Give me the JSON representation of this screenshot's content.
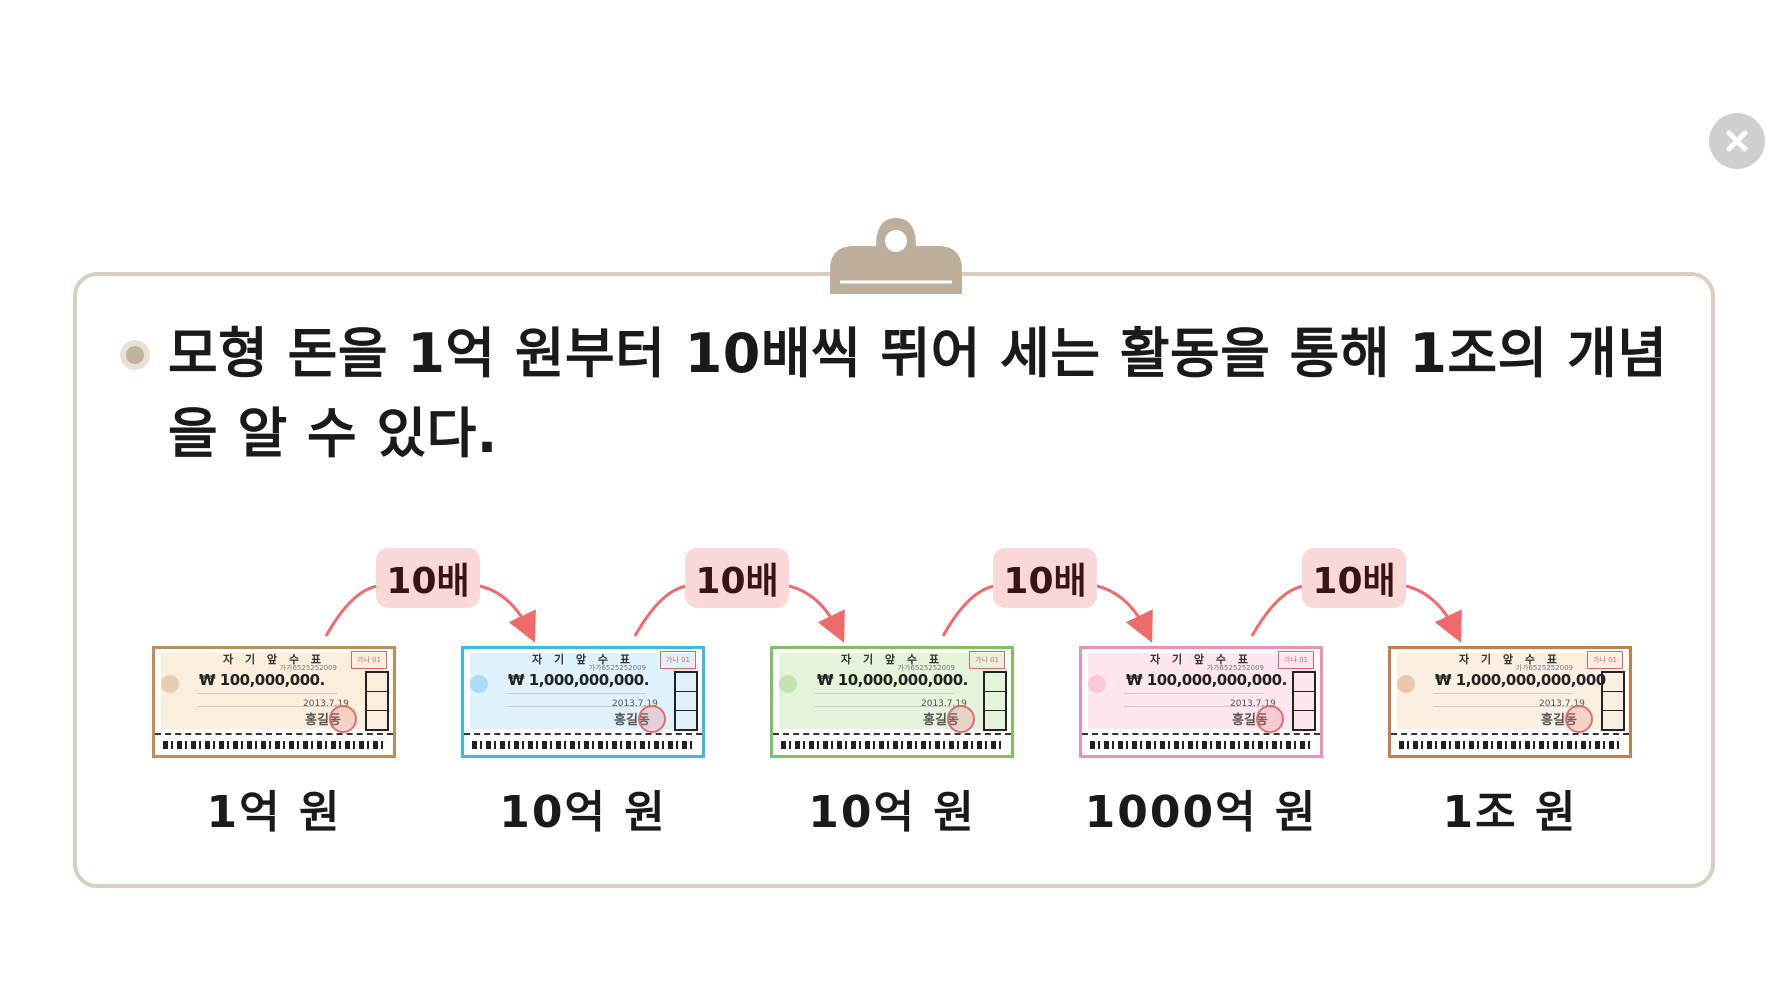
{
  "objective": {
    "text": "모형 돈을 1억 원부터 10배씩 뛰어 세는 활동을 통해 1조의 개념을 알 수 있다."
  },
  "multiplier_label": "10배",
  "checks": [
    {
      "amount_text": "₩ 100,000,000.",
      "label": "1억 원",
      "border_color": "#c38b55",
      "tint_color": "#fbeedd"
    },
    {
      "amount_text": "₩ 1,000,000,000.",
      "label": "10억 원",
      "border_color": "#3fb6e8",
      "tint_color": "#dff1fb"
    },
    {
      "amount_text": "₩ 10,000,000,000.",
      "label": "10억 원",
      "border_color": "#7cc35a",
      "tint_color": "#e6f3db"
    },
    {
      "amount_text": "₩ 100,000,000,000.",
      "label": "1000억 원",
      "border_color": "#ef8fb7",
      "tint_color": "#fde6ef"
    },
    {
      "amount_text": "₩ 1,000,000,000,000",
      "label": "1조 원",
      "border_color": "#c37f45",
      "tint_color": "#fbefe2"
    }
  ],
  "check_common": {
    "title": "자 기 앞 수 표",
    "serial": "가가6525252009",
    "stamp": "가나 01",
    "date": "2013.7.19",
    "holder": "홍길동"
  },
  "colors": {
    "card_border": "#d8cec1",
    "clip": "#bcae9a",
    "arrow": "#ef6a6a",
    "badge_bg": "#fbd8d8",
    "close_button": "#cfcfcf"
  },
  "icons": {
    "close": "close-icon",
    "bullet": "bullet-dot-icon",
    "clip": "clipboard-clip-icon"
  }
}
